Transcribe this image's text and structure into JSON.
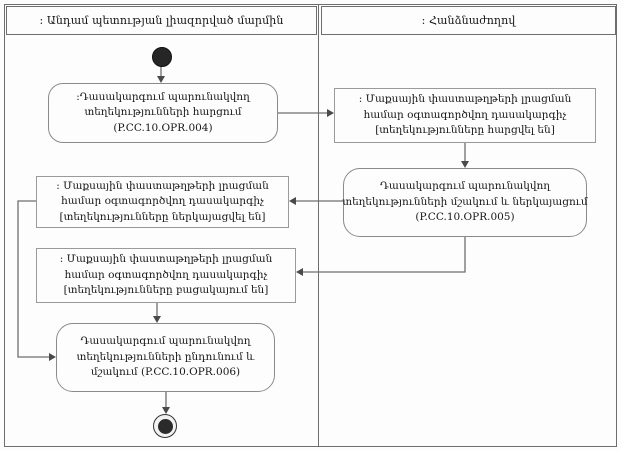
{
  "diagram": {
    "title": "P.CC.10 activity diagram",
    "colors": {
      "line": "#6f6f6f",
      "node_border": "#8a8a8a",
      "text": "#151515",
      "background": "#fdfdfd"
    },
    "lanes": [
      {
        "title": ": Անդամ պետության լիազորված մարմին"
      },
      {
        "title": ": Հանձնաժողով"
      }
    ],
    "nodes": {
      "start": {
        "type": "initial"
      },
      "action_004": {
        "type": "action",
        "label": ":Դասակարգում պարունակվող տեղեկությունների հարցում (P.CC.10.OPR.004)",
        "lines": [
          ":Դասակարգում պարունակվող",
          "տեղեկությունների հարցում",
          "(P.CC.10.OPR.004)"
        ]
      },
      "object_requested": {
        "type": "object-state",
        "label": ": Մաքսային փաստաթղթերի լրացման համար օգտագործվող դասակարգիչ [տեղեկությունները հարցվել են]",
        "lines": [
          ": Մաքսային փաստաթղթերի լրացման",
          "համար օգտագործվող դասակարգիչ",
          "[տեղեկությունները հարցվել են]"
        ]
      },
      "action_005": {
        "type": "action",
        "label": "Դասակարգում պարունակվող տեղեկությունների մշակում և ներկայացում (P.CC.10.OPR.005)",
        "lines": [
          "Դասակարգում պարունակվող",
          "տեղեկությունների մշակում և ներկայացում",
          "(P.CC.10.OPR.005)"
        ]
      },
      "object_presented": {
        "type": "object-state",
        "label": ": Մաքսային փաստաթղթերի լրացման համար օգտագործվող դասակարգիչ [տեղեկությունները ներկայացվել են]",
        "lines": [
          ": Մաքսային փաստաթղթերի լրացման",
          "համար օգտագործվող դասակարգիչ",
          "[տեղեկությունները ներկայացվել են]"
        ]
      },
      "object_absent": {
        "type": "object-state",
        "label": ": Մաքսային փաստաթղթերի լրացման համար օգտագործվող դասակարգիչ [տեղեկությունները բացակայում են]",
        "lines": [
          ": Մաքսային փաստաթղթերի լրացման",
          "համար օգտագործվող դասակարգիչ",
          "[տեղեկությունները բացակայում են]"
        ]
      },
      "action_006": {
        "type": "action",
        "label": "Դասակարգում պարունակվող տեղեկությունների ընդունում և մշակում (P.CC.10.OPR.006)",
        "lines": [
          "Դասակարգում պարունակվող",
          "տեղեկությունների ընդունում և",
          "մշակում (P.CC.10.OPR.006)"
        ]
      },
      "end": {
        "type": "final"
      }
    }
  }
}
